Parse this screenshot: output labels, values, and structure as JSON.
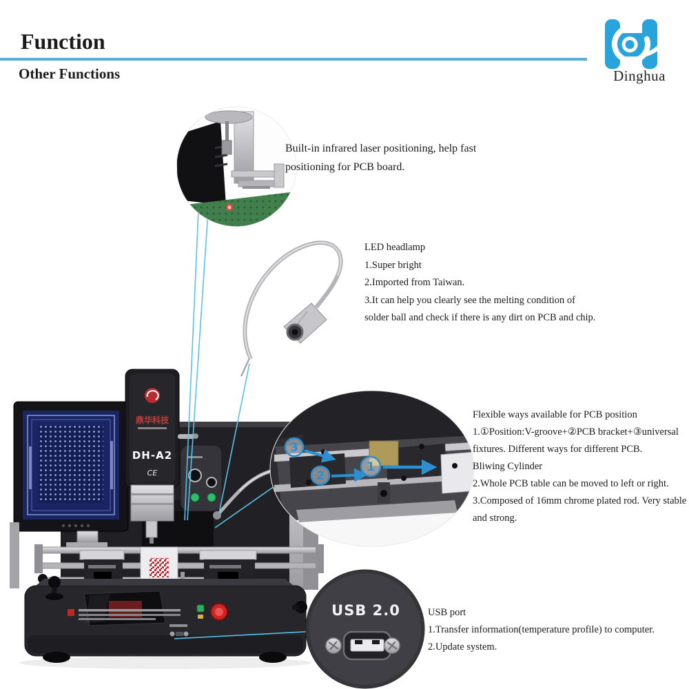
{
  "page": {
    "title": "Function",
    "subtitle": "Other Functions"
  },
  "logo": {
    "brand": "Dinghua",
    "color": "#29a3dc"
  },
  "machine": {
    "model": "DH-A2",
    "brand_cn": "鼎华科技",
    "ce_mark": "CE"
  },
  "callouts": {
    "laser": {
      "lines": [
        "Built-in infrared laser positioning, help fast",
        "positioning for PCB board."
      ]
    },
    "headlamp": {
      "title": "LED headlamp",
      "lines": [
        "1.Super bright",
        "2.Imported from Taiwan.",
        "3.It can help you clearly see the melting condition of",
        "solder ball and check if there is any dirt on PCB and chip."
      ]
    },
    "pcb_position": {
      "title": "Flexible ways available for PCB position",
      "lines": [
        "1.①Position:V-groove+②PCB bracket+③universal",
        "fixtures. Different ways for different PCB.",
        "Bliwing Cylinder",
        "2.Whole PCB table can be moved to left or  right.",
        "3.Composed of 16mm chrome plated rod. Very stable",
        "and strong."
      ],
      "markers": [
        "3",
        "2",
        "1"
      ]
    },
    "usb": {
      "title": "USB port",
      "port_label": "USB 2.0",
      "lines": [
        "1.Transfer information(temperature profile) to computer.",
        "2.Update system."
      ]
    }
  },
  "colors": {
    "accent_line": "#59aed0",
    "connector_line": "#56c2e8",
    "annotation_blue": "#2e8fd0",
    "logo_blue": "#29a3dc",
    "brand_red": "#c0272d"
  }
}
